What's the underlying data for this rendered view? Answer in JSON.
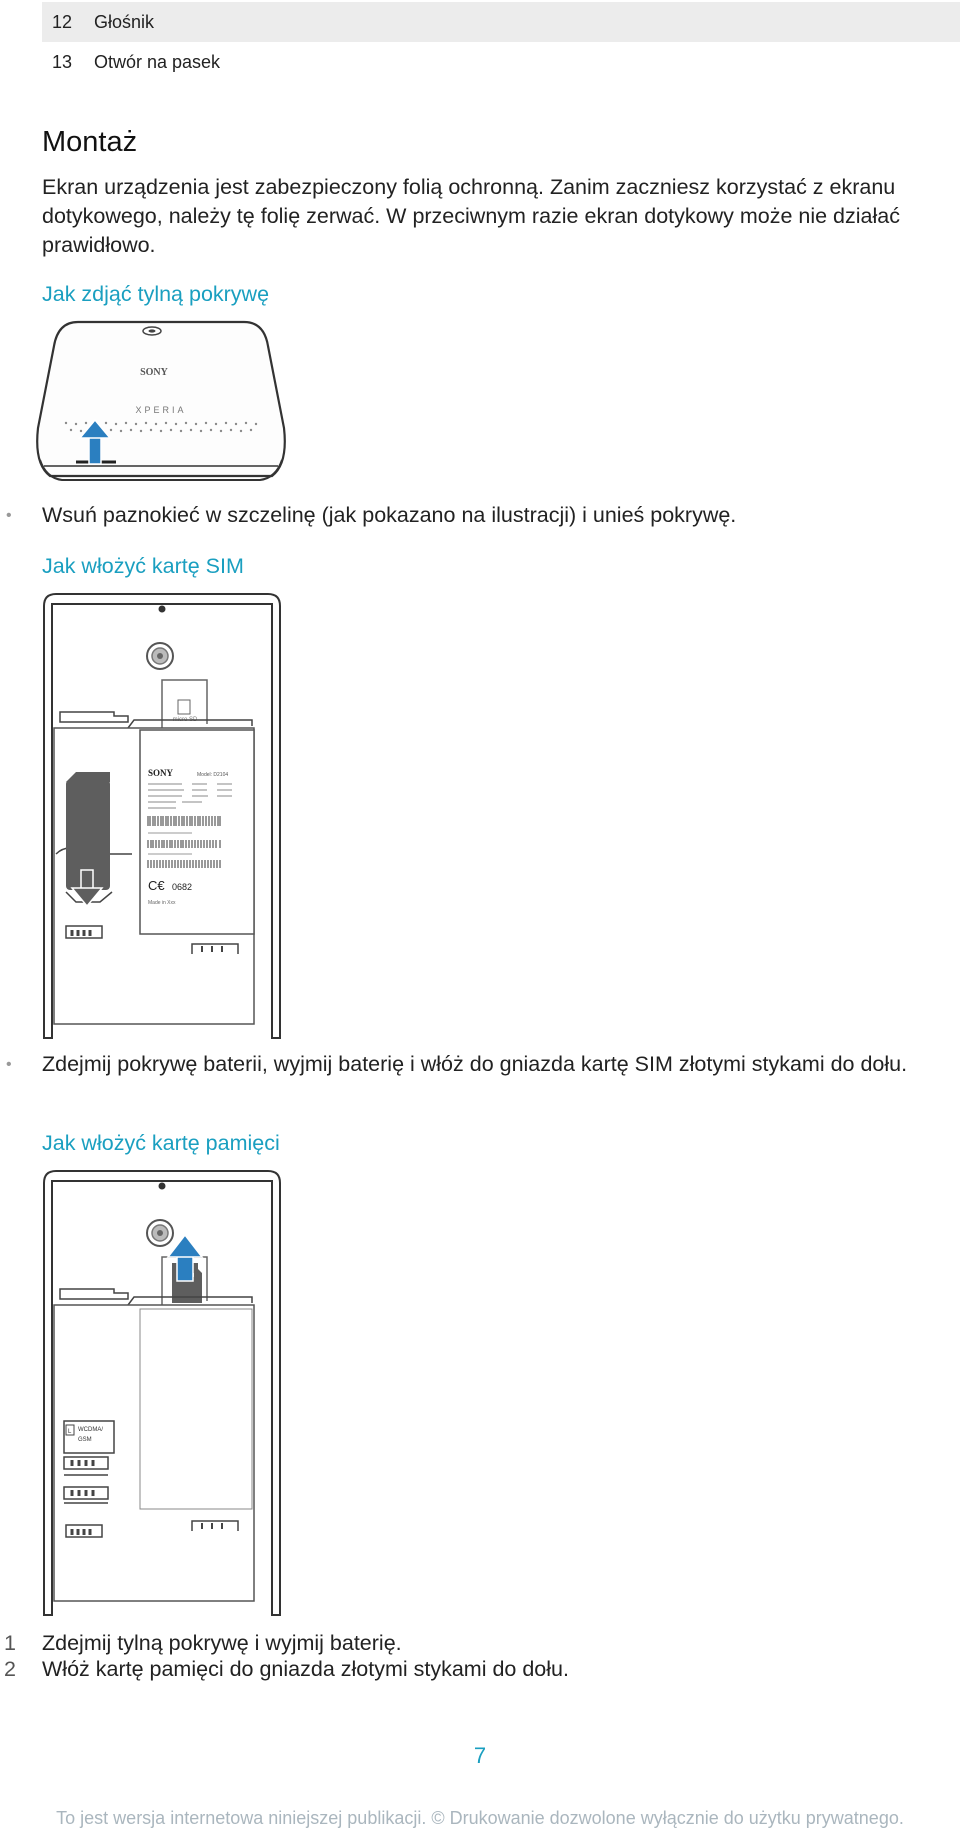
{
  "parts_table": [
    {
      "num": "12",
      "label": "Głośnik"
    },
    {
      "num": "13",
      "label": "Otwór na pasek"
    }
  ],
  "section": {
    "title": "Montaż",
    "intro": "Ekran urządzenia jest zabezpieczony folią ochronną. Zanim zaczniesz korzystać z ekranu dotykowego, należy tę folię zerwać. W przeciwnym razie ekran dotykowy może nie działać prawidłowo."
  },
  "cover": {
    "heading": "Jak zdjąć tylną pokrywę",
    "brand_logo": "SONY",
    "brand_model": "XPERIA",
    "bullet": "Wsuń paznokieć w szczelinę (jak pokazano na ilustracji) i unieś pokrywę."
  },
  "sim": {
    "heading": "Jak włożyć kartę SIM",
    "slot_label": "micro SD",
    "battery_brand": "SONY",
    "battery_model": "Model: D2104",
    "battery_ce": "0682",
    "battery_made": "Made in Xxx",
    "bullet": "Zdejmij pokrywę baterii, wyjmij baterię i włóż do gniazda kartę SIM złotymi stykami do dołu."
  },
  "memory": {
    "heading": "Jak włożyć kartę pamięci",
    "slot_tag_1": "WCDMA/",
    "slot_tag_2": "GSM",
    "steps": [
      {
        "n": "1",
        "text": "Zdejmij tylną pokrywę i wyjmij baterię."
      },
      {
        "n": "2",
        "text": "Włóż kartę pamięci do gniazda złotymi stykami do dołu."
      }
    ]
  },
  "page_number": "7",
  "footer": "To jest wersja internetowa niniejszej publikacji. © Drukowanie dozwolone wyłącznie do użytku prywatnego.",
  "colors": {
    "accent": "#1a9fc0",
    "arrow_blue": "#2b7fc0",
    "table_shade": "#ececec"
  }
}
